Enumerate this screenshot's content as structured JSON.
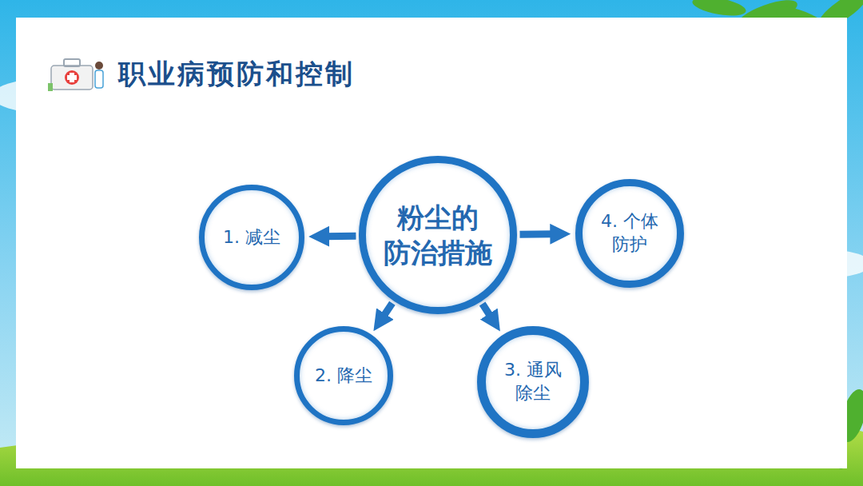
{
  "diagram": {
    "title": "职业病预防和控制",
    "nodes": [
      {
        "text": [
          "粉尘的 防治措施"
        ]
      },
      {
        "text": [
          "1. 减尘"
        ]
      },
      {
        "text": [
          "2. 降尘"
        ]
      },
      {
        "text": [
          "3. 通风 除尘"
        ]
      },
      {
        "text": [
          "4. 个体 防护"
        ]
      }
    ],
    "edges": [
      {
        "from": 0,
        "to": 1,
        "arrow": "to"
      },
      {
        "from": 0,
        "to": 2,
        "arrow": "to"
      },
      {
        "from": 0,
        "to": 3,
        "arrow": "to"
      },
      {
        "from": 0,
        "to": 4,
        "arrow": "to"
      }
    ]
  }
}
